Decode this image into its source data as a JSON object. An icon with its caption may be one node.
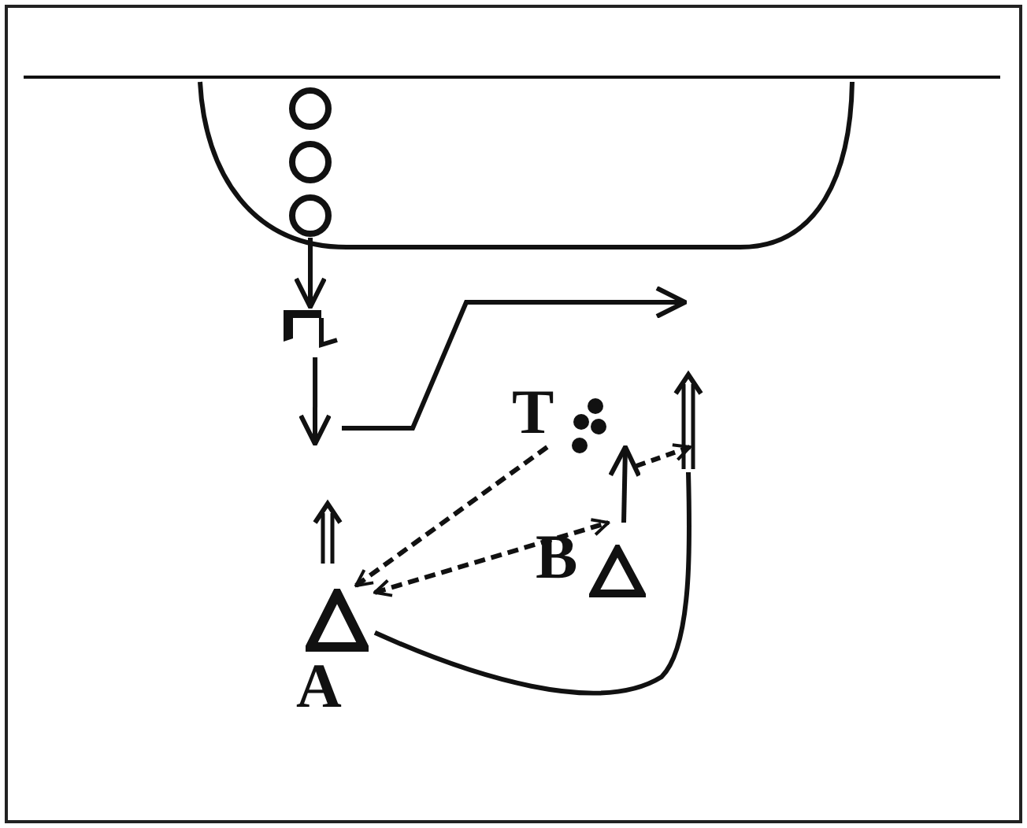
{
  "diagram": {
    "nodes": [
      {
        "text": [],
        "shape": "circle"
      },
      {
        "text": [],
        "shape": "circle"
      },
      {
        "text": [],
        "shape": "circle"
      },
      {
        "text": [],
        "shape": "picture"
      },
      {
        "text": [
          "T"
        ]
      },
      {
        "text": [
          "B"
        ]
      },
      {
        "text": [
          "A"
        ]
      }
    ],
    "edges": [
      {
        "from": 2,
        "to": 3,
        "arrow": "to"
      },
      {
        "from": 3,
        "to": null,
        "arrow": "to"
      },
      {
        "from": 4,
        "to": 6,
        "arrow": "to",
        "style": "dashed"
      },
      {
        "from": 6,
        "to": 5,
        "arrow": "both",
        "style": "dashed"
      },
      {
        "from": 5,
        "to": 4,
        "arrow": "to"
      },
      {
        "from": 6,
        "to": null,
        "arrow": "none"
      }
    ]
  }
}
